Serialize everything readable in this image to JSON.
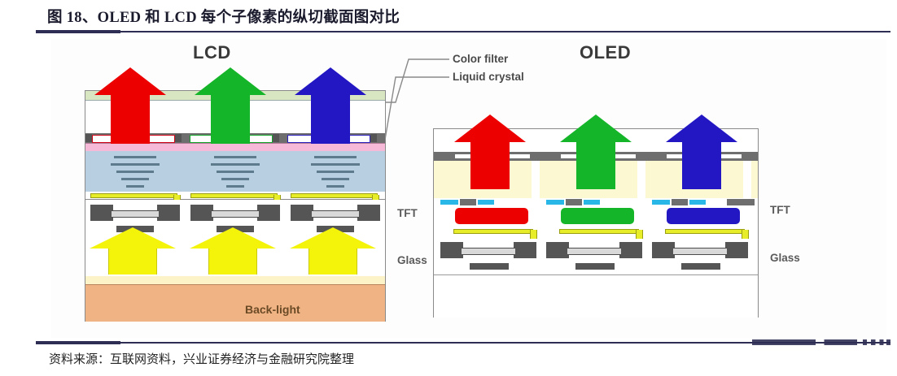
{
  "title": "图 18、OLED 和 LCD 每个子像素的纵切截面图对比",
  "source": "资料来源：互联网资料，兴业证券经济与金融研究院整理",
  "figure": {
    "panels": [
      {
        "id": "lcd",
        "title": "LCD"
      },
      {
        "id": "oled",
        "title": "OLED"
      }
    ],
    "callouts": [
      {
        "id": "color-filter",
        "label": "Color filter"
      },
      {
        "id": "liquid-crystal",
        "label": "Liquid crystal"
      }
    ],
    "lcd_labels": {
      "tft": "TFT",
      "glass": "Glass",
      "backlight": "Back-light"
    },
    "oled_labels": {
      "tft": "TFT",
      "glass": "Glass"
    },
    "subpixels": [
      {
        "name": "red",
        "color": "#ec0000"
      },
      {
        "name": "green",
        "color": "#14b528"
      },
      {
        "name": "blue",
        "color": "#2317c4"
      }
    ],
    "colors": {
      "rule": "#2e2e55",
      "backlight": "#f0b384",
      "backlight_arrow": "#f4f40a",
      "liquid_crystal": "#b7cfe0",
      "color_filter_band": "#6e6e6e",
      "polarizer_pink": "#f7b9d8",
      "oled_cream": "#fbf8d2",
      "cathode_cyan": "#29b7e8",
      "ito_yellow": "#e8ed2a",
      "glass_top": "#d9e6c2"
    }
  }
}
